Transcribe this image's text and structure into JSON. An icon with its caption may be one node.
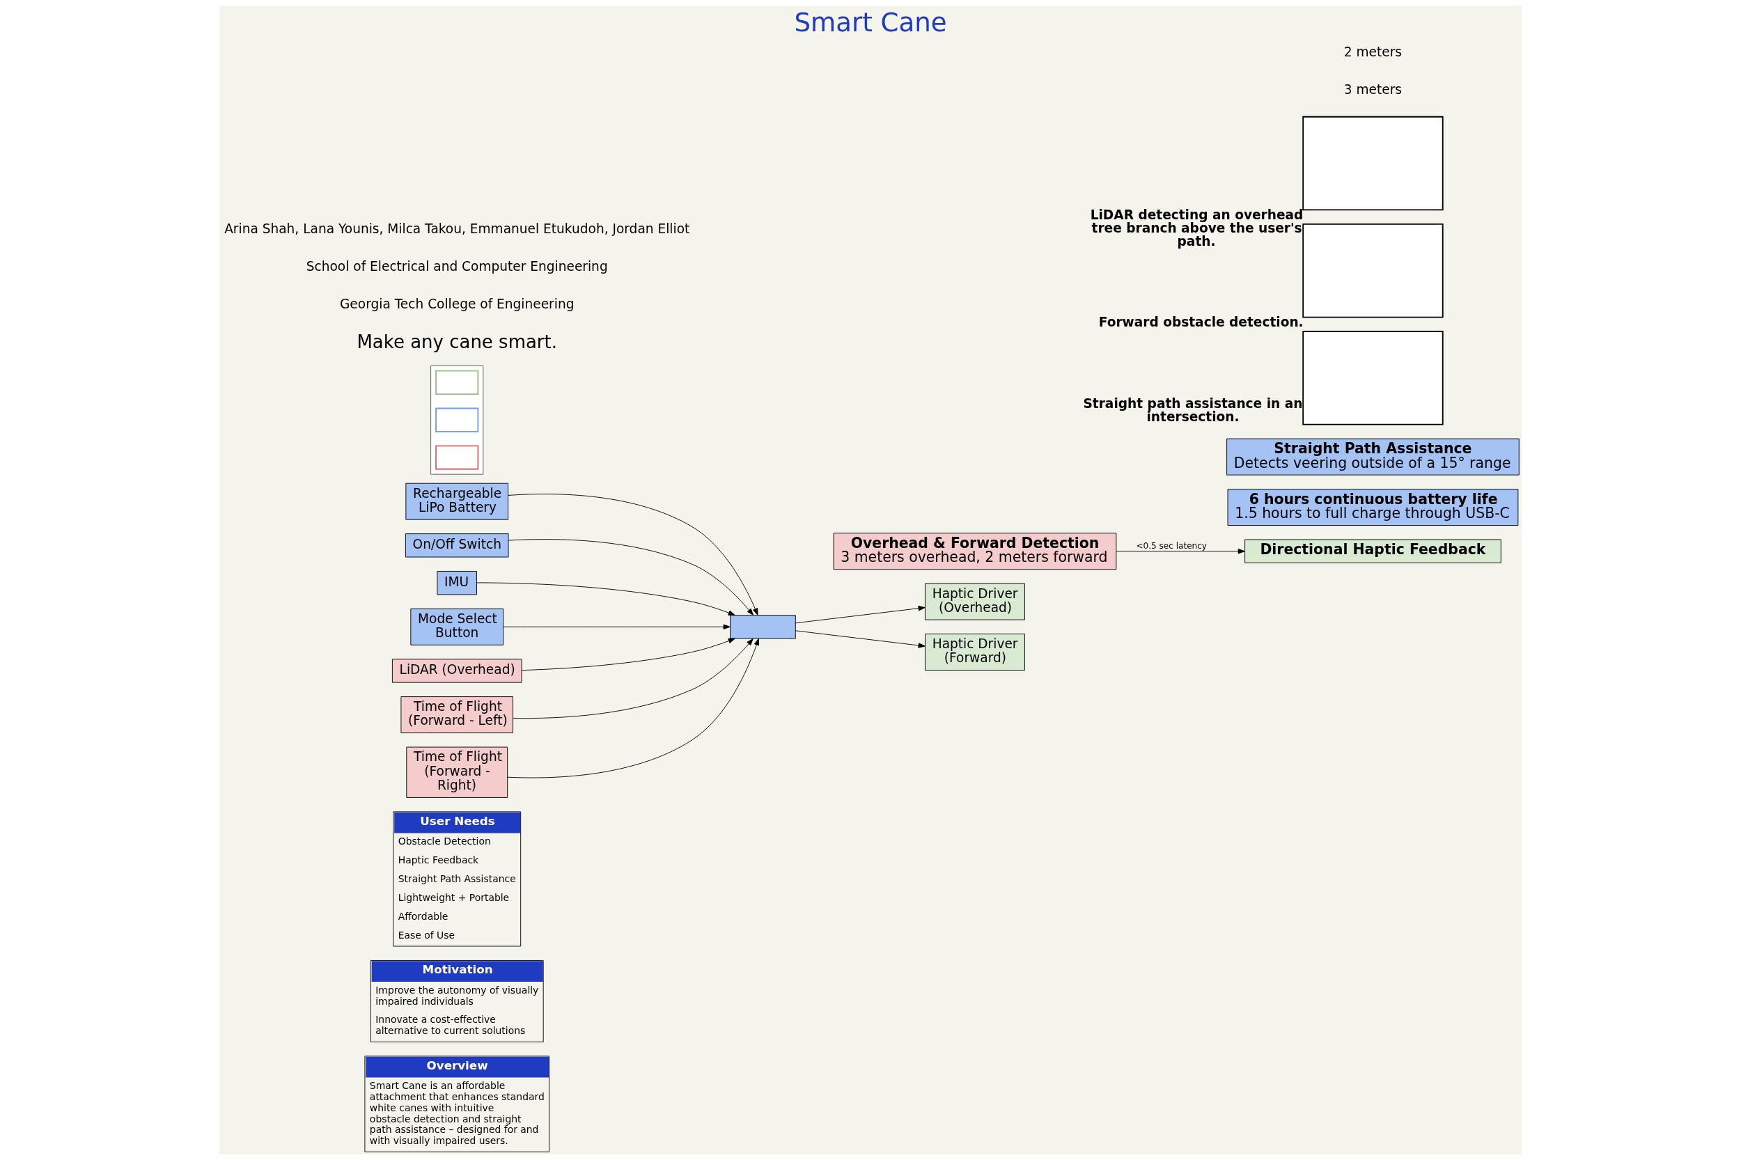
{
  "diagram": {
    "title": "Smart Cane",
    "nodes": [
      {
        "text": [
          "Overview",
          "Smart Cane is an affordable attachment that enhances standard white canes with intuitive obstacle detection and straight path assistance – designed for and with visually impaired users."
        ]
      },
      {
        "text": [
          "Motivation",
          "Improve the autonomy of visually impaired individuals",
          "Innovate a cost-effective alternative to current solutions"
        ]
      },
      {
        "text": [
          "User Needs",
          "Obstacle Detection",
          "Haptic Feedback",
          "Straight Path Assistance",
          "Lightweight + Portable",
          "Affordable",
          "Ease of Use"
        ]
      },
      {
        "text": [
          "Haptic Driver (Overhead)"
        ]
      },
      {
        "text": [
          "Haptic Driver (Forward)"
        ]
      },
      {
        "text": [
          "Rechargeable LiPo Battery"
        ]
      },
      {
        "text": [],
        "shape": "box"
      },
      {
        "text": [
          "On/Off Switch"
        ]
      },
      {
        "text": [
          "IMU"
        ]
      },
      {
        "text": [
          "Mode Select Button"
        ]
      },
      {
        "text": [
          "LiDAR (Overhead)"
        ]
      },
      {
        "text": [
          "Time of Flight (Forward - Left)"
        ]
      },
      {
        "text": [
          "Time of Flight (Forward - Right)"
        ]
      },
      {
        "text": [],
        "shape": "box"
      },
      {
        "text": [],
        "shape": "box",
        "in": 13
      },
      {
        "text": [],
        "shape": "box",
        "in": 13
      },
      {
        "text": [],
        "shape": "box",
        "in": 13
      },
      {
        "text": [
          "Directional Haptic Feedback"
        ]
      },
      {
        "text": [
          "6 hours continuous battery life",
          "1.5 hours to full charge through USB-C"
        ]
      },
      {
        "text": [
          "Straight Path Assistance",
          "Detects veering outside of a 15° range"
        ]
      },
      {
        "text": [
          "Overhead & Forward Detection",
          "3 meters overhead, 2 meters forward"
        ]
      },
      {
        "text": [],
        "shape": "box",
        "beside": [
          "Straight path assistance in an intersection."
        ]
      },
      {
        "text": [],
        "shape": "box",
        "beside": [
          "Forward obstacle detection."
        ]
      },
      {
        "text": [],
        "shape": "box",
        "beside": [
          "LiDAR detecting an overhead tree branch above the user's path."
        ]
      }
    ],
    "edges": [
      {
        "from": 6,
        "to": 3,
        "arrow": "to"
      },
      {
        "from": 6,
        "to": 4,
        "arrow": "to"
      },
      {
        "from": 5,
        "to": 6,
        "arrow": "to"
      },
      {
        "from": 8,
        "to": 6,
        "arrow": "to"
      },
      {
        "from": 7,
        "to": 6,
        "arrow": "to"
      },
      {
        "from": 9,
        "to": 6,
        "arrow": "to"
      },
      {
        "from": 11,
        "to": 6,
        "arrow": "to"
      },
      {
        "from": 10,
        "to": 6,
        "arrow": "to"
      },
      {
        "from": 12,
        "to": 6,
        "arrow": "to"
      },
      {
        "from": 20,
        "to": 17,
        "arrow": "to",
        "label": "<0.5 sec latency"
      }
    ],
    "labels": [
      "Make any cane smart.",
      "Georgia Tech College of Engineering",
      "School of Electrical and Computer Engineering",
      "Arina Shah, Lana Younis, Milca Takou, Emmanuel Etukudoh, Jordan Elliot",
      "3 meters",
      "2 meters"
    ]
  }
}
